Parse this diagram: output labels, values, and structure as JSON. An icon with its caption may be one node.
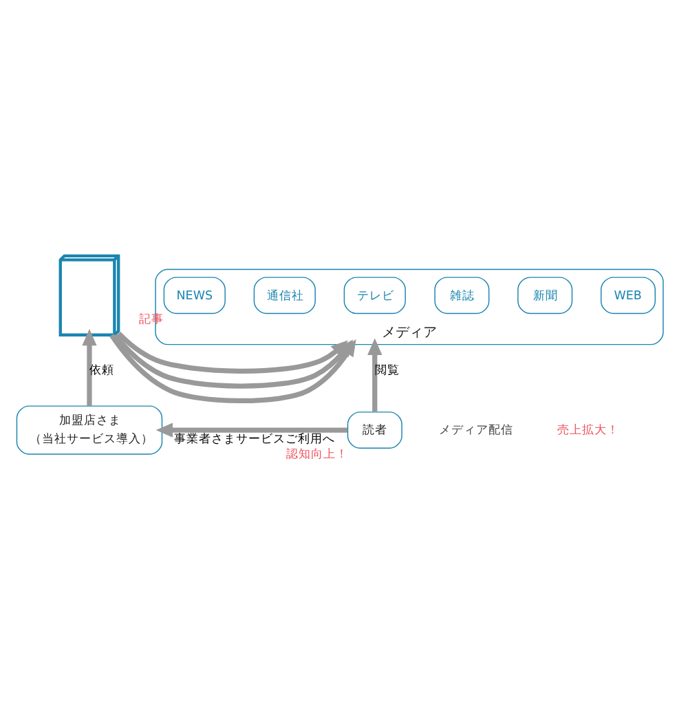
{
  "diagram": {
    "nodes": [
      {
        "text": [],
        "shape": "building"
      },
      {
        "text": [
          "メディア"
        ]
      },
      {
        "text": [
          "WEB"
        ],
        "in": 1
      },
      {
        "text": [
          "新聞"
        ],
        "in": 1
      },
      {
        "text": [
          "雑誌"
        ],
        "in": 1
      },
      {
        "text": [
          "テレビ"
        ],
        "in": 1
      },
      {
        "text": [
          "通信社"
        ],
        "in": 1
      },
      {
        "text": [
          "NEWS"
        ],
        "beside": [
          "記事"
        ],
        "in": 1
      },
      {
        "text": [
          "読者"
        ],
        "beside": [
          "認知向上！"
        ]
      },
      {
        "text": [
          "加盟店さま",
          "（当社サービス導入）"
        ]
      }
    ],
    "edges": [
      {
        "from": 0,
        "to": 1,
        "arrow": "to"
      },
      {
        "from": 0,
        "to": 1,
        "arrow": "to"
      },
      {
        "from": 0,
        "to": 1,
        "arrow": "to"
      },
      {
        "from": 8,
        "to": 1,
        "arrow": "to",
        "label": "閲覧"
      },
      {
        "from": 8,
        "to": 9,
        "arrow": "to",
        "label": "事業者さまサービスご利用へ"
      },
      {
        "from": 9,
        "to": 0,
        "arrow": "to",
        "label": "依頼"
      }
    ],
    "labels": [
      "メディア配信",
      "売上拡大！"
    ]
  }
}
